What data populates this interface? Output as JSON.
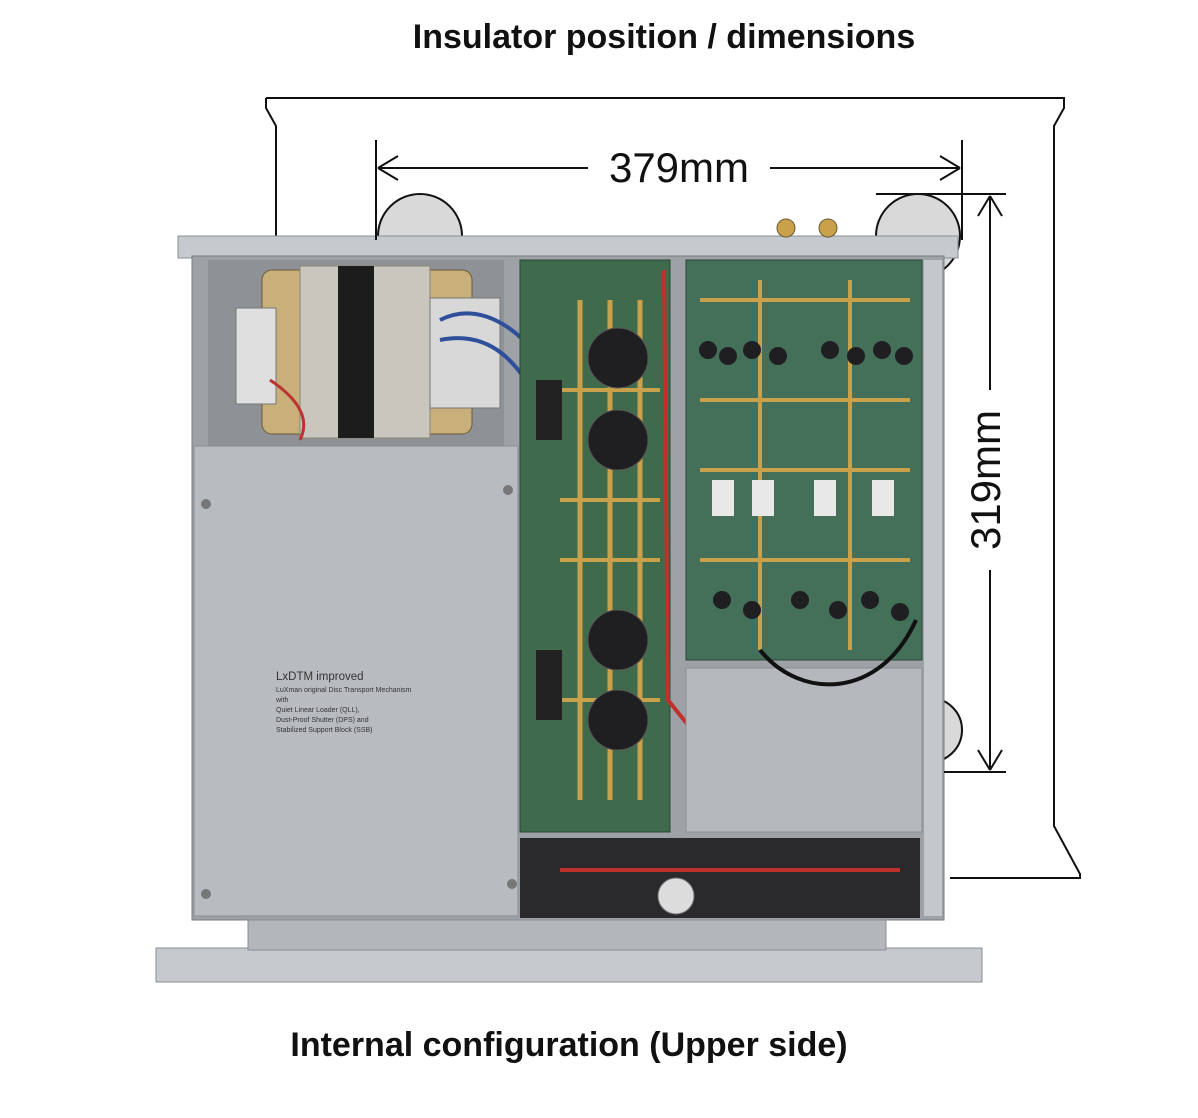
{
  "top_title": "Insulator position / dimensions",
  "bottom_title": "Internal configuration (Upper side)",
  "width_dimension": "379mm",
  "depth_dimension": "319mm",
  "mechanism_label": {
    "heading": "LxDTM improved",
    "lines": [
      "LuXman original Disc Transport Mechanism",
      "with",
      "Quiet Linear Loader (QLL),",
      "Dust-Proof Shutter (DPS) and",
      "Stabilized Support Block (SSB)"
    ]
  },
  "colors": {
    "outline": "#111111",
    "chassis": "#a9adb2",
    "chassis_light": "#c6c9cd",
    "pcb": "#3f6b4c",
    "gold": "#c9a14a",
    "cover": "#b8bcc1",
    "capacitor": "#1f1f22"
  }
}
